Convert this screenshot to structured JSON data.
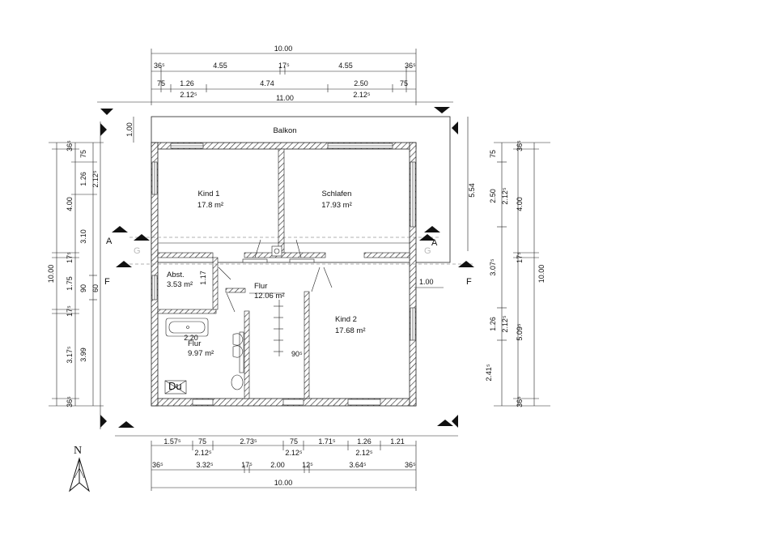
{
  "rooms": {
    "balkon": "Balkon",
    "kind1": {
      "name": "Kind 1",
      "area": "17.8 m²"
    },
    "schlafen": {
      "name": "Schlafen",
      "area": "17.93 m²"
    },
    "abst": {
      "name": "Abst.",
      "area": "3.53 m²"
    },
    "flur_top": {
      "name": "Flur",
      "area": "12.06 m²"
    },
    "kind2": {
      "name": "Kind 2",
      "area": "17.68 m²"
    },
    "flur_bottom": {
      "name": "Flur",
      "area": "9.97 m²"
    },
    "du": "Du"
  },
  "section_labels": {
    "a": "A",
    "f": "F",
    "g": "G"
  },
  "north": "N",
  "dims_top": {
    "total": "10.00",
    "row1": [
      "36⁵",
      "4.55",
      "17⁵",
      "4.55",
      "36⁵"
    ],
    "row2": [
      "75",
      "1.26",
      "4.74",
      "2.50",
      "75"
    ],
    "row2_sub": [
      "2.12⁵",
      "2.12⁵"
    ],
    "row3": "11.00"
  },
  "dims_bottom": {
    "row1": [
      "1.57⁵",
      "75",
      "2.73⁵",
      "75",
      "1.71⁵",
      "1.26",
      "1.21"
    ],
    "row1_sub": [
      "2.12⁵",
      "2.12⁵",
      "2.12⁵"
    ],
    "row2": [
      "36⁵",
      "3.32⁵",
      "17⁵",
      "2.00",
      "12⁵",
      "3.64⁵",
      "36⁵"
    ],
    "total": "10.00"
  },
  "dims_left": {
    "total": "10.00",
    "row_outer": [
      "36⁵",
      "75",
      "1.26",
      "4.00",
      "3.10",
      "17⁵",
      "1.75",
      "17⁵",
      "3.17⁵",
      "36⁵"
    ],
    "row_sub": [
      "2.12⁵"
    ],
    "row_inner": [
      "90",
      "3.99",
      "60"
    ],
    "balkon": "1.00"
  },
  "dims_right": {
    "total": "10.00",
    "row_outer": [
      "36⁵",
      "4.00",
      "17⁵",
      "5.09⁵",
      "36⁵"
    ],
    "row_inner": [
      "75",
      "2.50",
      "2.12⁵",
      "3.07⁵",
      "1.26",
      "2.12⁵",
      "2.41⁵"
    ],
    "balkon": "5.54"
  },
  "interior_dims": {
    "stair": "1.17",
    "bath": "2.20",
    "door": "90⁵",
    "kind2": "1.00"
  }
}
